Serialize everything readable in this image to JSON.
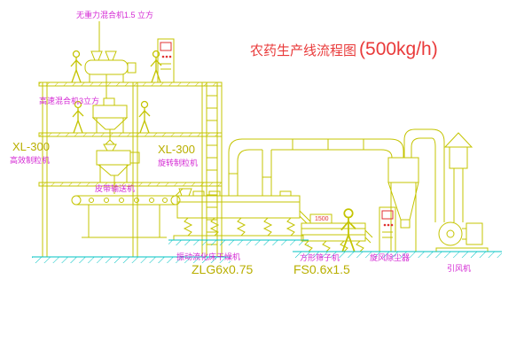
{
  "title": {
    "name": "农药生产线流程图",
    "capacity": "(500kg/h)"
  },
  "labels": {
    "mixer_top": "无重力混合机1.5 立方",
    "mixer_high_speed": "高速混合机3立方",
    "granulator_left_model": "XL-300",
    "granulator_left_name": "高效制粒机",
    "granulator_center_model": "XL-300",
    "granulator_center_name": "旋转制粒机",
    "belt_conveyor": "皮带输送机",
    "dryer_name": "振动流化床干燥机",
    "dryer_model": "ZLG6x0.75",
    "sieve_name": "方形筛子机",
    "sieve_model": "FS0.6x1.5",
    "sieve_tag": "1500",
    "cyclone_name": "旋风除尘器",
    "fan_name": "引风机"
  },
  "colors": {
    "drawing_yellow": "#c4c400",
    "label_yellow": "#b9af00",
    "label_magenta": "#d42ad4",
    "title_red": "#e93a3a",
    "base_cyan": "#00c3c3",
    "indicator_red": "#e03030",
    "background": "#ffffff"
  }
}
